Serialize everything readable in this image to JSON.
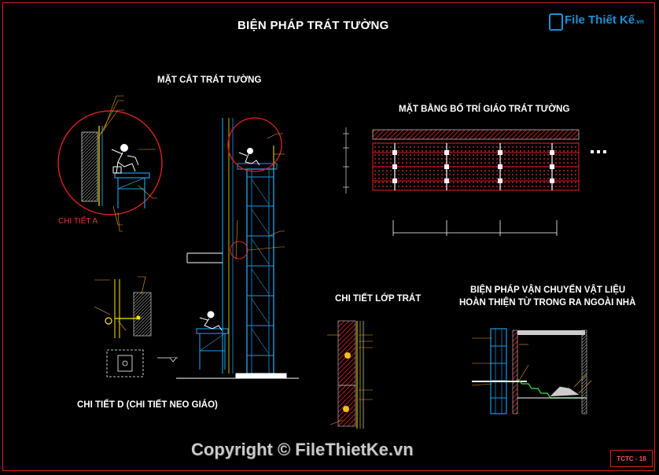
{
  "titles": {
    "main": "BIỆN PHÁP TRÁT TƯỜNG",
    "section": "MẶT CẮT TRÁT TƯỜNG",
    "plan": "MẶT BẰNG BỐ TRÍ GIÁO TRÁT TƯỜNG",
    "layer": "CHI TIẾT LỚP TRÁT",
    "transport_1": "BIỆN PHÁP VẬN CHUYỂN  VẬT LIỆU",
    "transport_2": "HOÀN THIỆN TỪ TRONG RA NGOÀI NHÀ",
    "detail_d": "CHI TIẾT D (CHI TIẾT NEO GIÁO)",
    "detail_a": "CHI TIẾT A"
  },
  "stamp": "TCTC - 18",
  "logo": {
    "name": "File Thiết Kế",
    "suffix": ".vn"
  },
  "copyright": "Copyright © FileThietKe.vn",
  "colors": {
    "background": "#000000",
    "frame": "#d62020",
    "scaffold": "#1e9be0",
    "hatch": "#e02020",
    "label": "#ffe800",
    "white": "#ffffff"
  }
}
